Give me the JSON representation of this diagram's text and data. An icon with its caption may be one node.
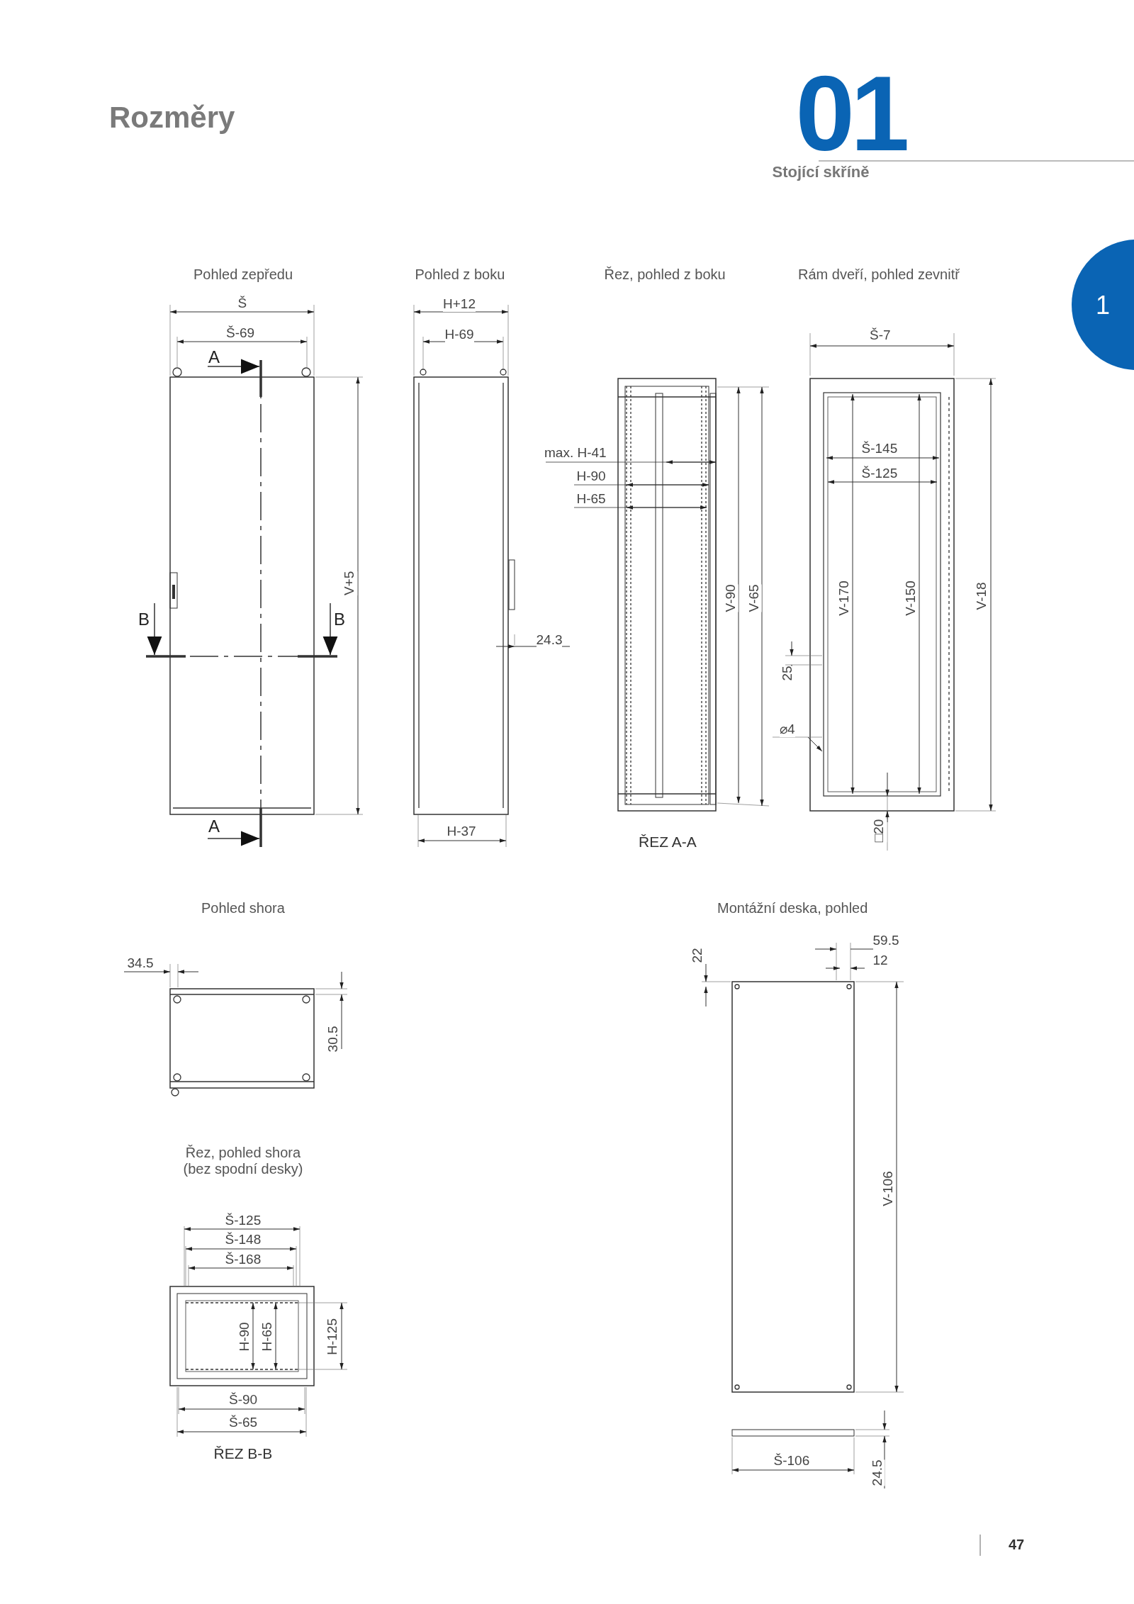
{
  "diagram": {
    "title": "Rozměry",
    "labels": [
      "01",
      "Stojící skříně",
      "1",
      "Pohled zepředu",
      "Pohled z boku",
      "Řez, pohled z boku",
      "Rám dveří, pohled zevnitř",
      "Š",
      "Š-69",
      "A",
      "B",
      "B",
      "V+5",
      "A",
      "H+12",
      "H-69",
      "24.3",
      "H-37",
      "max. H-41",
      "H-90",
      "H-65",
      "V-90",
      "V-65",
      "ŘEZ A-A",
      "Š-7",
      "Š-145",
      "Š-125",
      "V-170",
      "V-150",
      "V-18",
      "25",
      "⌀4",
      "□20",
      "Pohled shora",
      "34.5",
      "30.5",
      "Řez, pohled shora (bez spodní desky)",
      "Š-125",
      "Š-148",
      "Š-168",
      "H-90",
      "H-65",
      "H-125",
      "Š-90",
      "Š-65",
      "ŘEZ B-B",
      "Montážní deska, pohled",
      "22",
      "59.5",
      "12",
      "V-106",
      "Š-106",
      "24.5",
      "47"
    ]
  }
}
